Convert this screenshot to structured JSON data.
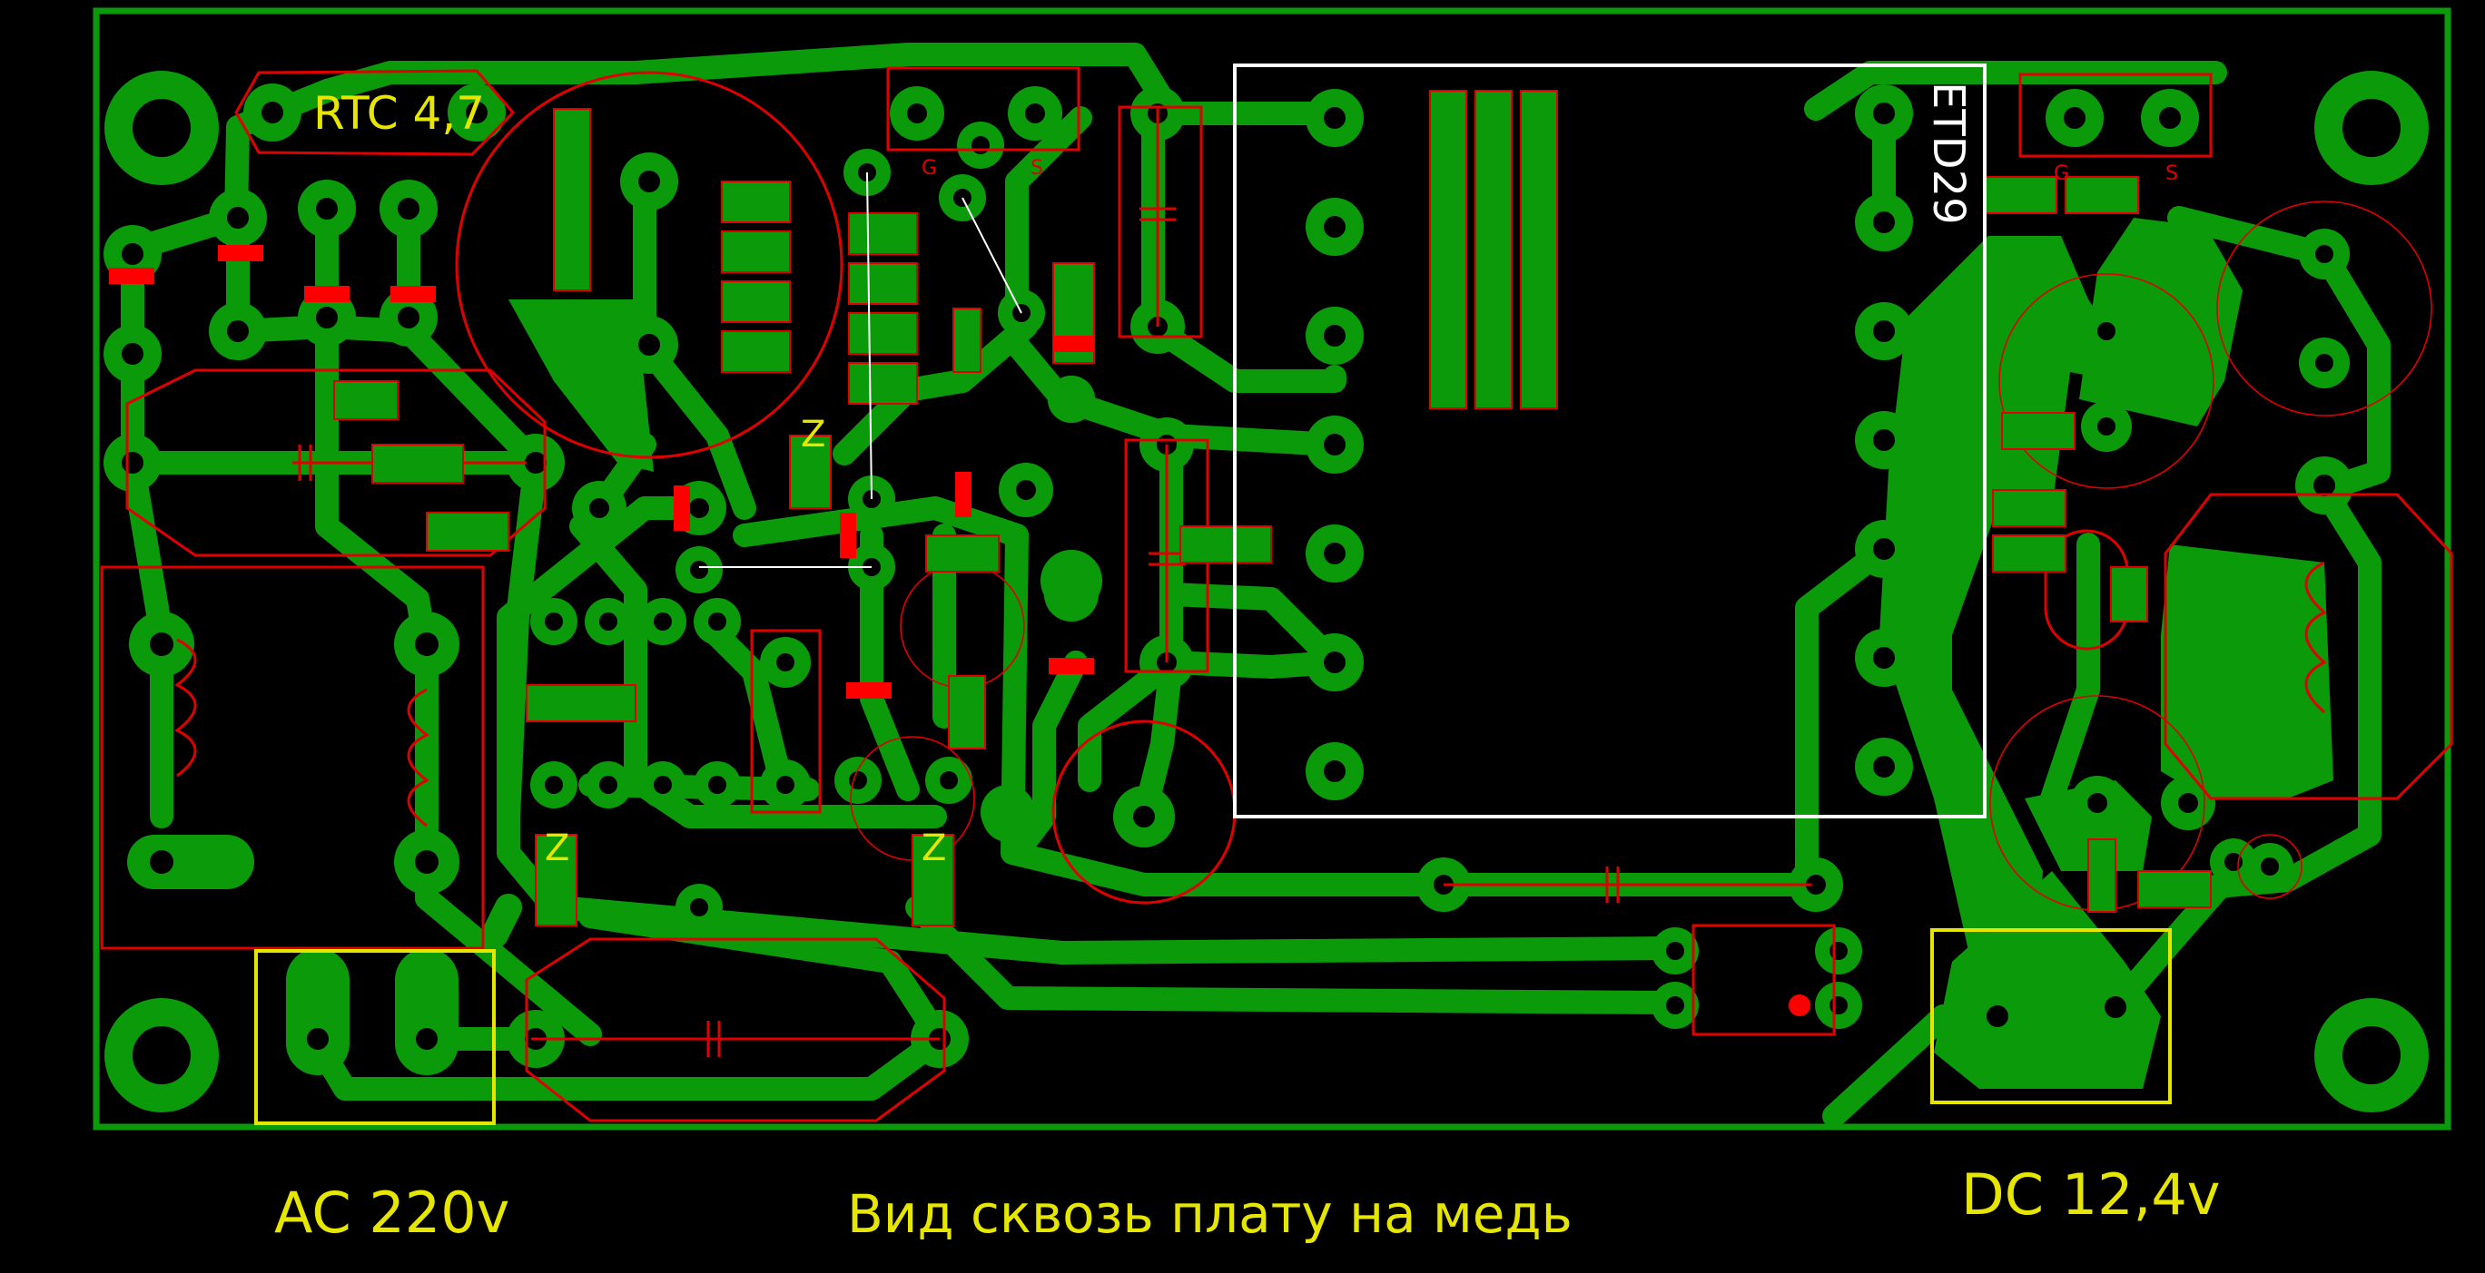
{
  "labels": {
    "rtc": "RTC 4,7",
    "transformer": "ETD29",
    "ac_input": "AC 220v",
    "caption": "Вид сквозь плату на медь",
    "dc_output": "DC 12,4v",
    "zener_1": "Z",
    "zener_2": "Z",
    "zener_3": "Z",
    "gate_1": "G",
    "source_1": "S",
    "gate_2": "G",
    "source_2": "S"
  },
  "colors": {
    "background": "#000000",
    "copper": "#0a9a0a",
    "silkscreen": "#e00000",
    "labels": "#e6e600",
    "outline": "#ffffff"
  }
}
